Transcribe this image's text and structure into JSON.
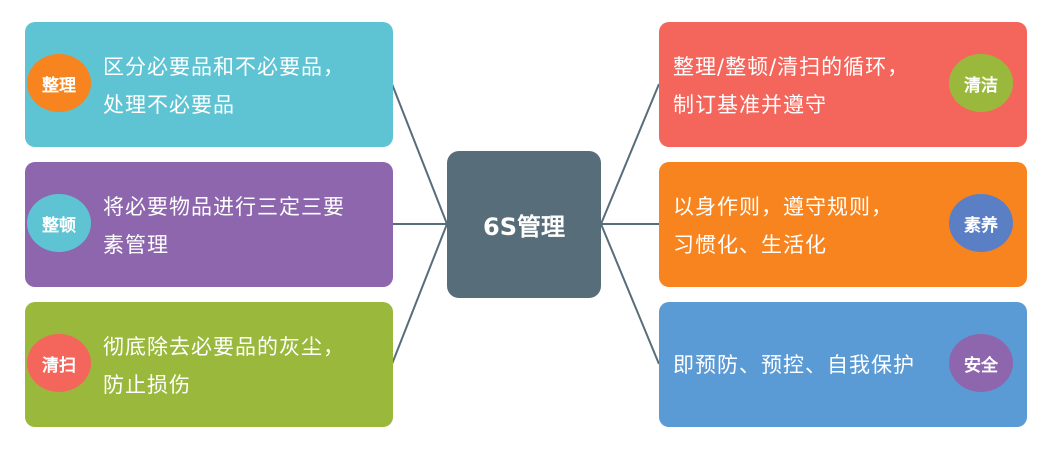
{
  "center": {
    "label": "6S管理",
    "color": "#576d79"
  },
  "connector_color": "#576d79",
  "left": [
    {
      "badge": "整理",
      "text": "区分必要品和不必要品，\n处理不必要品",
      "card_color": "#5ec4d3",
      "badge_color": "#f7841e"
    },
    {
      "badge": "整顿",
      "text": "将必要物品进行三定三要\n素管理",
      "card_color": "#8e66ad",
      "badge_color": "#5ec4d3"
    },
    {
      "badge": "清扫",
      "text": "彻底除去必要品的灰尘，\n防止损伤",
      "card_color": "#9ab93c",
      "badge_color": "#f4665c"
    }
  ],
  "right": [
    {
      "badge": "清洁",
      "text": "整理/整顿/清扫的循环，\n制订基准并遵守",
      "card_color": "#f4665c",
      "badge_color": "#9ab93c"
    },
    {
      "badge": "素养",
      "text": "以身作则，遵守规则，\n习惯化、生活化",
      "card_color": "#f7841e",
      "badge_color": "#5b7fc4"
    },
    {
      "badge": "安全",
      "text": "即预防、预控、自我保护",
      "card_color": "#5b9bd5",
      "badge_color": "#8e66ad"
    }
  ]
}
